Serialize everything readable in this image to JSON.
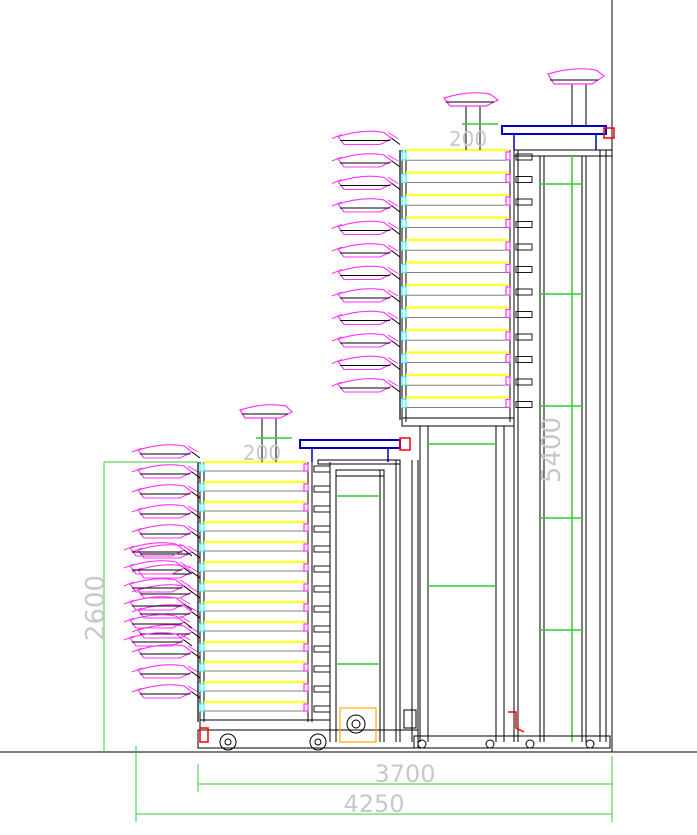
{
  "drawing": {
    "colors": {
      "background": "#ffffff",
      "structure": "#000000",
      "tray": "#ffff33",
      "pallet": "#ff33ff",
      "chain": "#33ffff",
      "dimension": "#33cc33",
      "lift_beam": "#0000cc",
      "detail_red": "#ff0000",
      "motor": "#ffaa00",
      "dim_text": "#c8c8c8"
    },
    "dimensions": {
      "small_height": "2600",
      "large_height": "5400",
      "left_offset_a": "200",
      "left_offset_b": "200",
      "width_inner": "3700",
      "width_overall": "4250"
    },
    "low_tower_levels": 13,
    "high_tower_levels": 12
  }
}
